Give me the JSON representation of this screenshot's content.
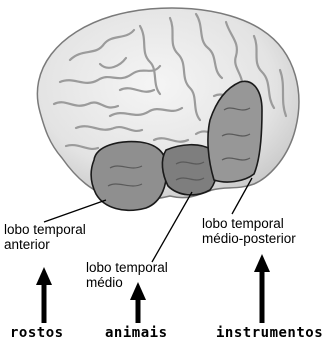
{
  "labels": {
    "anterior": [
      "lobo temporal",
      "anterior"
    ],
    "medio": [
      "lobo temporal",
      "médio"
    ],
    "medio_posterior": [
      "lobo temporal",
      "médio-posterior"
    ]
  },
  "categories": {
    "faces": "rostos",
    "animals": "animais",
    "tools": "instrumentos"
  },
  "colors": {
    "brain_fill": "#e9e9e9",
    "gyri_stroke": "#9b9b9b",
    "region_fill": "#8c8c8c",
    "region_stroke": "#1a1a1a",
    "text": "#000000"
  }
}
